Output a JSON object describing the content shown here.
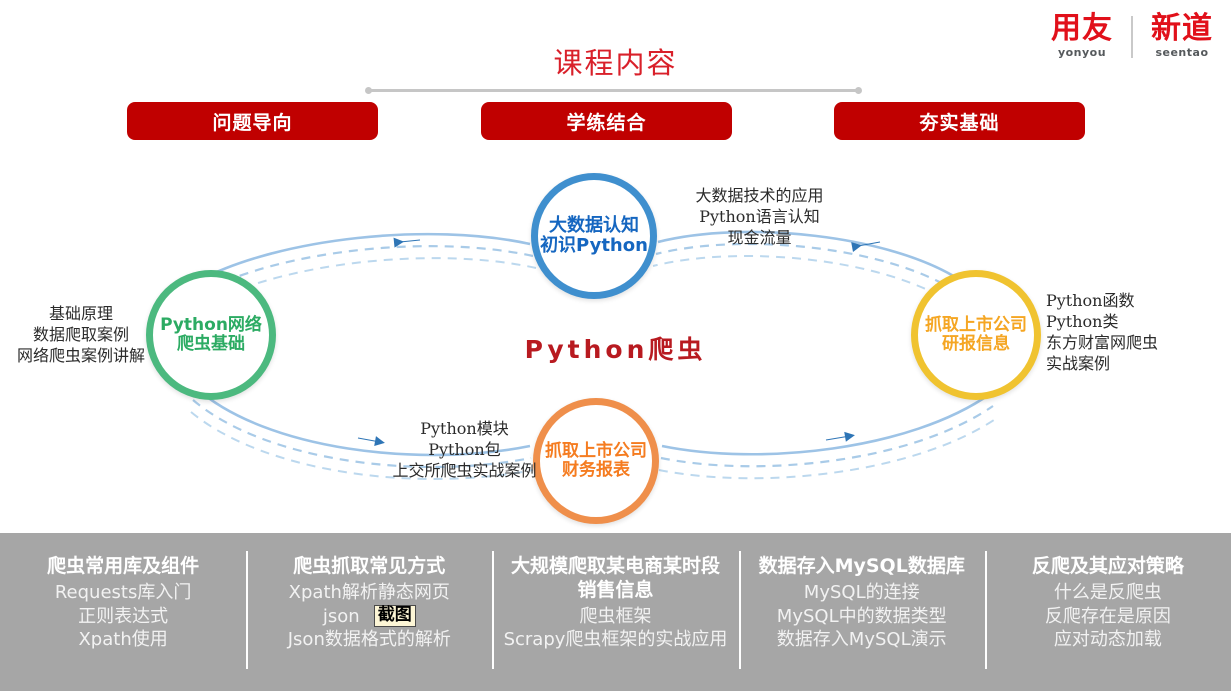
{
  "logo": {
    "left_cn": "用友",
    "left_en": "yonyou",
    "right_cn": "新道",
    "right_en": "seentao",
    "color": "#e1101a"
  },
  "header": {
    "title": "课程内容",
    "title_color": "#d9202a"
  },
  "pills": [
    {
      "label": "问题导向"
    },
    {
      "label": "学练结合"
    },
    {
      "label": "夯实基础"
    }
  ],
  "diagram": {
    "center_label": "Python爬虫",
    "center_color": "#b81a20",
    "nodes": [
      {
        "id": "green",
        "line1": "Python网络",
        "line2": "爬虫基础",
        "color": "#2cab63",
        "ring": "#4cb97f"
      },
      {
        "id": "blue",
        "line1": "大数据认知",
        "line2": "初识Python",
        "color": "#1566c0",
        "ring": "#3f8fce"
      },
      {
        "id": "gold",
        "line1": "抓取上市公司",
        "line2": "研报信息",
        "color": "#f5a623",
        "ring": "#f0c330"
      },
      {
        "id": "orange",
        "line1": "抓取上市公司",
        "line2": "财务报表",
        "color": "#f57c20",
        "ring": "#ef8f4b"
      }
    ],
    "captions": {
      "left": [
        "基础原理",
        "数据爬取案例",
        "网络爬虫案例讲解"
      ],
      "top": [
        "大数据技术的应用",
        "Python语言认知",
        "现金流量"
      ],
      "right": [
        "Python函数",
        "Python类",
        "东方财富网爬虫",
        "实战案例"
      ],
      "bottom": [
        "Python模块",
        "Python包",
        "上交所爬虫实战案例"
      ]
    },
    "arc_color": "#9dc3e6",
    "arrow_color": "#2e75b6"
  },
  "bottom_strip": {
    "background": "#a6a6a6",
    "columns": [
      {
        "head": "爬虫常用库及组件",
        "items": [
          "Requests库入门",
          "正则表达式",
          "Xpath使用"
        ]
      },
      {
        "head": "爬虫抓取常见方式",
        "items": [
          "Xpath解析静态网页",
          "json",
          "Json数据格式的解析"
        ],
        "badge": "截图",
        "badge_after_item": 1
      },
      {
        "head": "大规模爬取某电商某时段销售信息",
        "items": [
          "爬虫框架",
          "Scrapy爬虫框架的实战应用"
        ]
      },
      {
        "head": "数据存入MySQL数据库",
        "items": [
          "MySQL的连接",
          "MySQL中的数据类型",
          "数据存入MySQL演示"
        ]
      },
      {
        "head": "反爬及其应对策略",
        "items": [
          "什么是反爬虫",
          "反爬存在是原因",
          "应对动态加载"
        ]
      }
    ]
  }
}
